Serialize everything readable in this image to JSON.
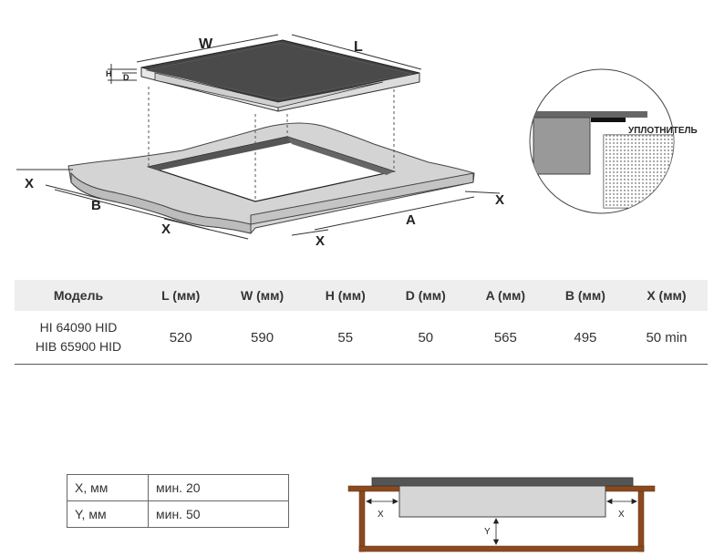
{
  "top_diagram": {
    "labels": {
      "w": "W",
      "l": "L",
      "h": "H",
      "d": "D",
      "x": "X",
      "b": "B",
      "a": "A"
    },
    "seal_label": "УПЛОТНИТЕЛЬ"
  },
  "spec_table": {
    "headers": [
      "Модель",
      "L (мм)",
      "W (мм)",
      "H (мм)",
      "D (мм)",
      "A (мм)",
      "B (мм)",
      "X (мм)"
    ],
    "row": {
      "models": [
        "HI 64090 HID",
        "HIB 65900 HID"
      ],
      "values": [
        "520",
        "590",
        "55",
        "50",
        "565",
        "495",
        "50 min"
      ]
    }
  },
  "clearance_table": {
    "rows": [
      {
        "key": "X, мм",
        "value": "мин. 20"
      },
      {
        "key": "Y, мм",
        "value": "мин. 50"
      }
    ]
  },
  "bottom_diagram": {
    "labels": {
      "x": "X",
      "y": "Y"
    },
    "colors": {
      "wood": "#8b4a1e",
      "hob": "#555555",
      "body": "#d6d6d6"
    }
  }
}
